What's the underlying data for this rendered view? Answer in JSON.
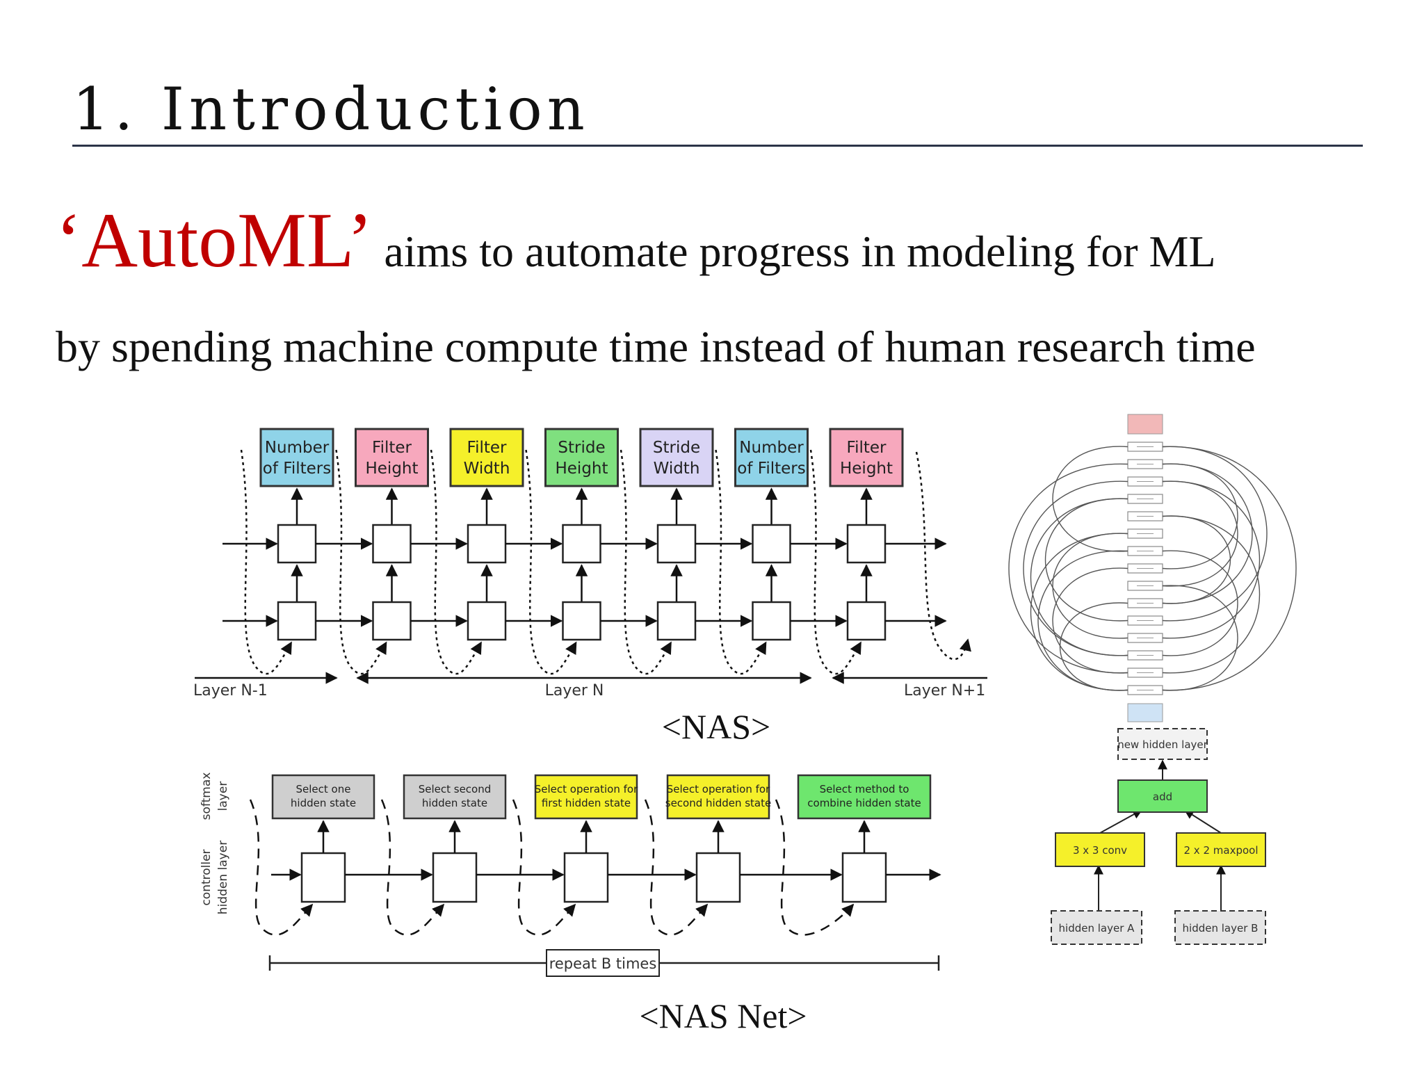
{
  "slide": {
    "title": "1. Introduction",
    "headline_term": "‘AutoML’",
    "headline_rest": " aims to automate progress in modeling for ML",
    "headline_line2": "by spending machine compute time instead of human research time"
  },
  "nas": {
    "caption": "<NAS>",
    "blocks": [
      {
        "l1": "Number",
        "l2": "of Filters",
        "color": "#8fd3e8"
      },
      {
        "l1": "Filter",
        "l2": "Height",
        "color": "#f7a8bd"
      },
      {
        "l1": "Filter",
        "l2": "Width",
        "color": "#f5f02a"
      },
      {
        "l1": "Stride",
        "l2": "Height",
        "color": "#7fe07f"
      },
      {
        "l1": "Stride",
        "l2": "Width",
        "color": "#d9d4f5"
      },
      {
        "l1": "Number",
        "l2": "of Filters",
        "color": "#8fd3e8"
      },
      {
        "l1": "Filter",
        "l2": "Height",
        "color": "#f7a8bd"
      }
    ],
    "layers": {
      "prev": "Layer N-1",
      "cur": "Layer N",
      "next": "Layer N+1"
    }
  },
  "nasnet": {
    "caption": "<NAS Net>",
    "axis_softmax": [
      "softmax",
      "layer"
    ],
    "axis_hidden": [
      "controller",
      "hidden layer"
    ],
    "blocks": [
      {
        "l1": "Select one",
        "l2": "hidden state",
        "color": "#cfcfcf"
      },
      {
        "l1": "Select second",
        "l2": "hidden state",
        "color": "#cfcfcf"
      },
      {
        "l1": "Select operation for",
        "l2": "first hidden state",
        "color": "#f5f02a"
      },
      {
        "l1": "Select operation for",
        "l2": "second hidden state",
        "color": "#f5f02a"
      },
      {
        "l1": "Select method to",
        "l2": "combine hidden state",
        "color": "#6ee66e"
      }
    ],
    "repeat_label": "repeat B times"
  },
  "cell_diagram": {
    "new_hidden": "new hidden layer",
    "add": "add",
    "op_a": "3 x 3 conv",
    "op_b": "2 x 2 maxpool",
    "in_a": "hidden layer A",
    "in_b": "hidden layer B"
  },
  "colors": {
    "accent_red": "#c00000",
    "rule": "#2b3448"
  }
}
